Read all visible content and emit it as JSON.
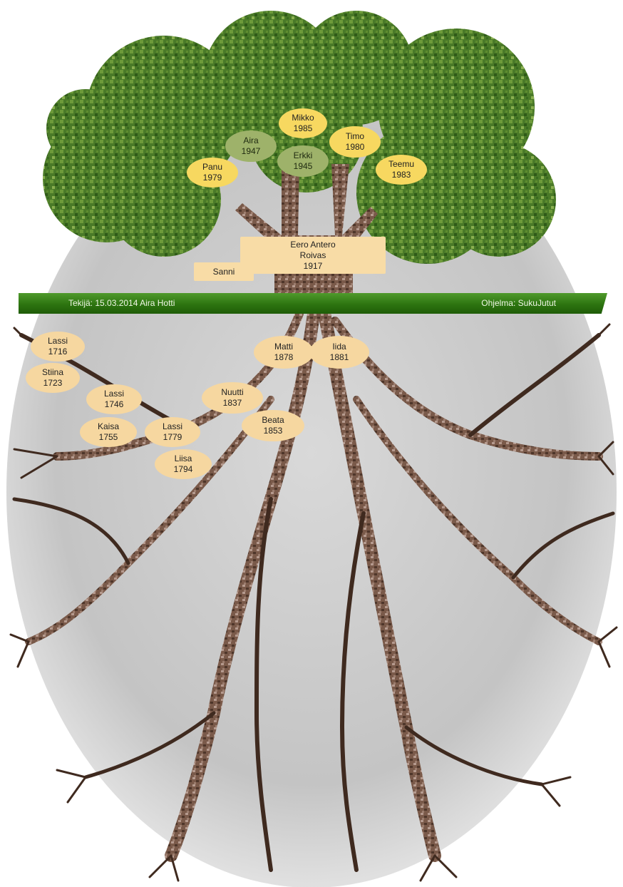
{
  "colors": {
    "crown": "#3f6b22",
    "crown_light": "#6a9438",
    "trunk": "#6b4a3b",
    "trunk_light": "#b89a8c",
    "root": "#3f2a1f",
    "band": "#2d7410",
    "node_yellow": "#f7d860",
    "node_cream": "#f6d7a0",
    "node_green": "#9eb26a"
  },
  "descendants": [
    {
      "name": "Mikko",
      "year": "1985",
      "color": "yellow"
    },
    {
      "name": "Aira",
      "year": "1947",
      "color": "green"
    },
    {
      "name": "Timo",
      "year": "1980",
      "color": "yellow"
    },
    {
      "name": "Erkki",
      "year": "1945",
      "color": "green"
    },
    {
      "name": "Panu",
      "year": "1979",
      "color": "yellow"
    },
    {
      "name": "Teemu",
      "year": "1983",
      "color": "yellow"
    }
  ],
  "focus_person": {
    "line1": "Eero Antero",
    "line2": "Roivas",
    "line3": "1917"
  },
  "spouse": "Sanni",
  "band": {
    "left_text": "Tekijä: 15.03.2014 Aira Hotti",
    "right_text": "Ohjelma: SukuJutut"
  },
  "ancestors": [
    {
      "name": "Lassi",
      "year": "1716"
    },
    {
      "name": "Stiina",
      "year": "1723"
    },
    {
      "name": "Lassi",
      "year": "1746"
    },
    {
      "name": "Kaisa",
      "year": "1755"
    },
    {
      "name": "Lassi",
      "year": "1779"
    },
    {
      "name": "Liisa",
      "year": "1794"
    },
    {
      "name": "Nuutti",
      "year": "1837"
    },
    {
      "name": "Beata",
      "year": "1853"
    },
    {
      "name": "Matti",
      "year": "1878"
    },
    {
      "name": "Iida",
      "year": "1881"
    }
  ]
}
